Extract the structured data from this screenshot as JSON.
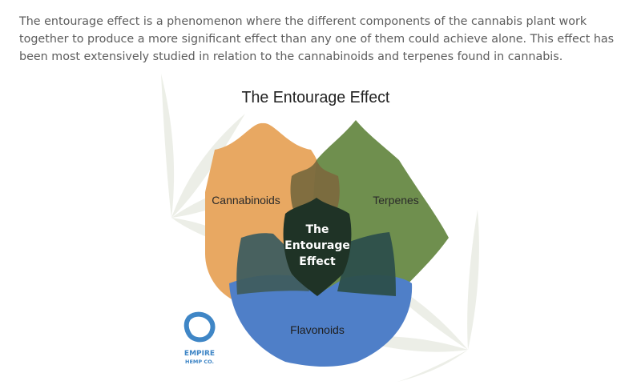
{
  "intro_text": "The entourage effect is a phenomenon where the different components of the cannabis plant work together to produce a more significant effect than any one of them could achieve alone. This effect has been most extensively studied in relation to the cannabinoids and terpenes found in cannabis.",
  "diagram": {
    "title": "The Entourage Effect",
    "sets": [
      {
        "label": "Cannabinoids",
        "color": "#e8a862"
      },
      {
        "label": "Terpenes",
        "color": "#6f8f4e"
      },
      {
        "label": "Flavonoids",
        "color": "#4f7fc8"
      }
    ],
    "center_lines": [
      "The",
      "Entourage",
      "Effect"
    ],
    "center_color": "#1f3326",
    "background_motif": "cannabis-leaf",
    "logo": {
      "line1": "EMPIRE",
      "line2": "HEMP CO.",
      "color": "#3f86c6"
    }
  }
}
